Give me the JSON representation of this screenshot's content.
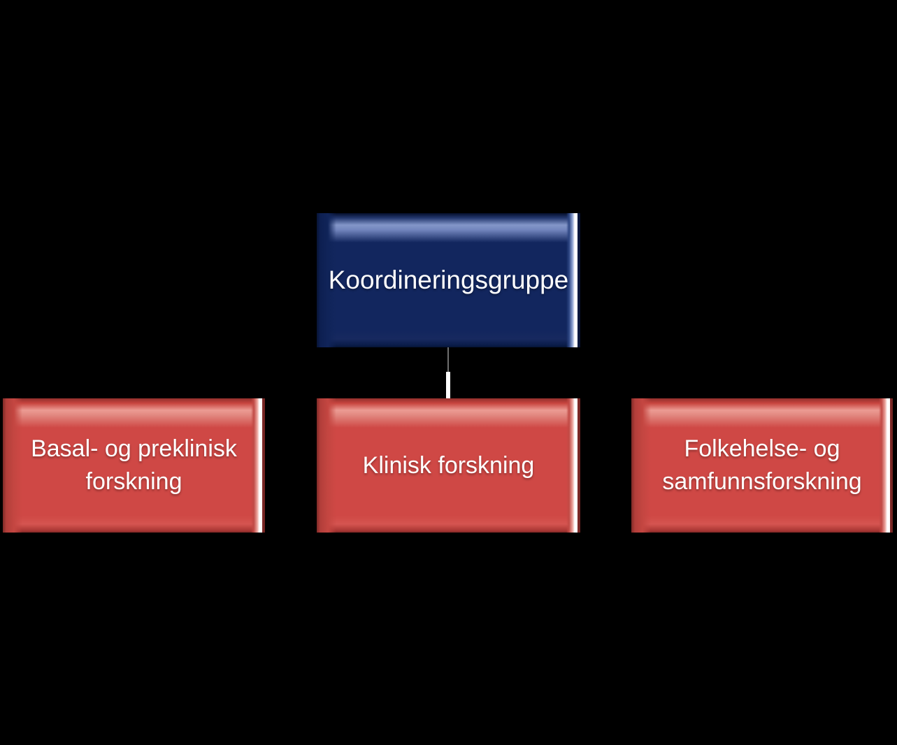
{
  "colors": {
    "background": "#000000",
    "root_fill": "#12265e",
    "child_fill": "#cf4845",
    "text": "#ffffff",
    "connector_thin": "#6f6f6f",
    "connector_thick": "#ffffff"
  },
  "root": {
    "label": "Koordineringsgruppe"
  },
  "children": [
    {
      "label": "Basal- og preklinisk forskning"
    },
    {
      "label": "Klinisk forskning"
    },
    {
      "label": "Folkehelse- og samfunnsforskning"
    }
  ]
}
